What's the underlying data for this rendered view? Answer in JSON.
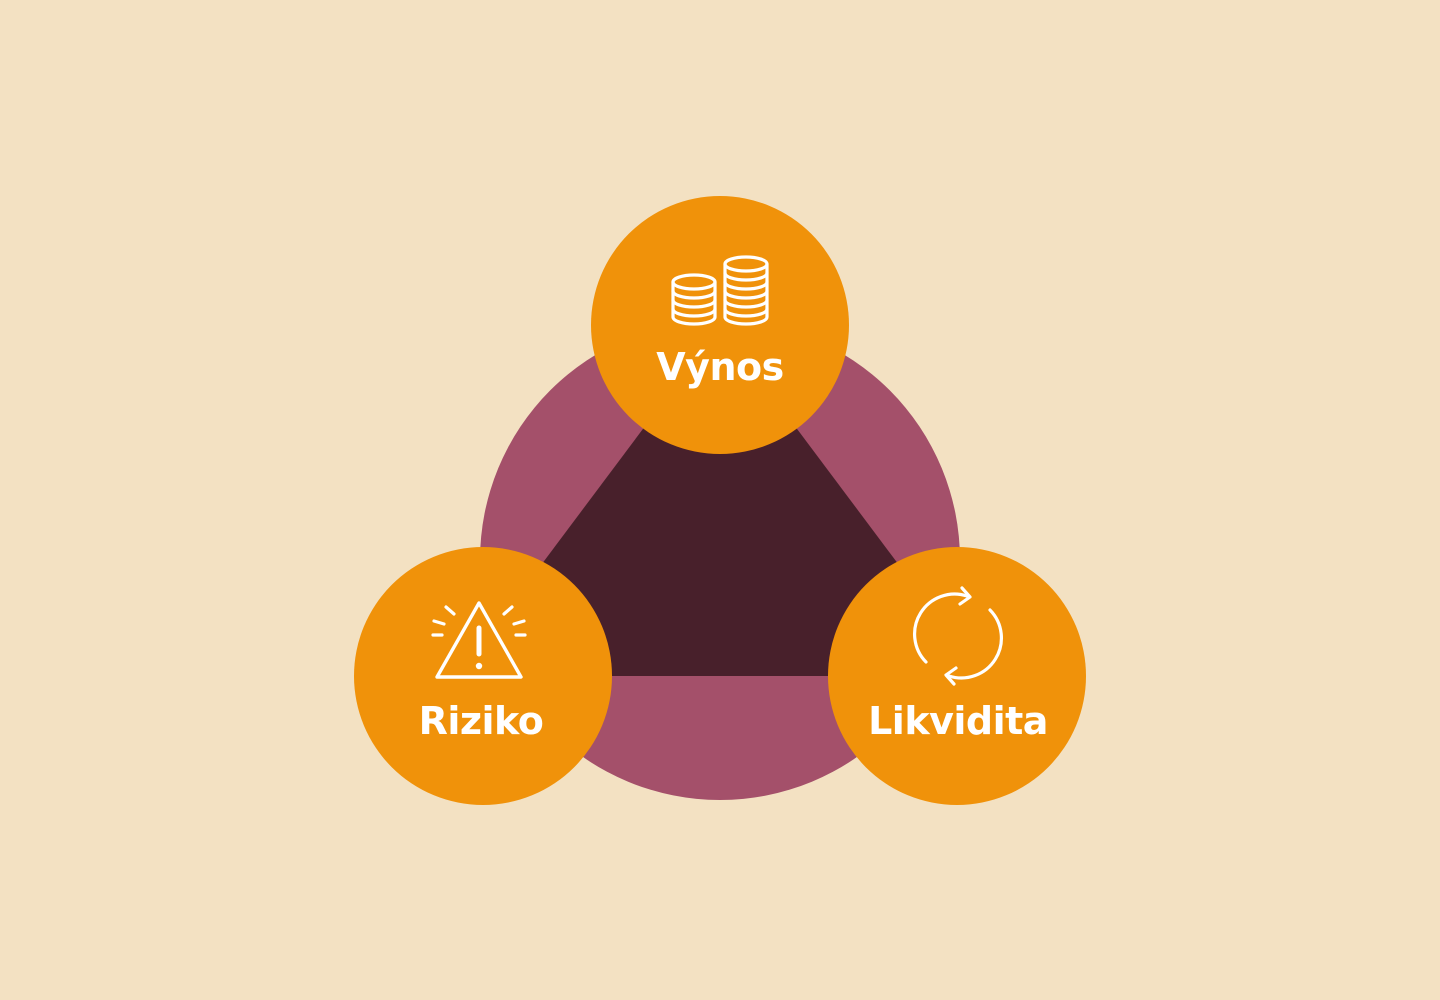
{
  "diagram": {
    "nodes": [
      {
        "id": "yield",
        "label": "Výnos",
        "icon": "coins-icon"
      },
      {
        "id": "risk",
        "label": "Riziko",
        "icon": "warning-triangle-icon"
      },
      {
        "id": "liquidity",
        "label": "Likvidita",
        "icon": "refresh-cycle-icon"
      }
    ]
  },
  "colors": {
    "background": "#f3e1c2",
    "outer_circle": "#a4506a",
    "inner_triangle": "#48202b",
    "node_fill": "#f0920a",
    "icon_and_text": "#ffffff"
  }
}
